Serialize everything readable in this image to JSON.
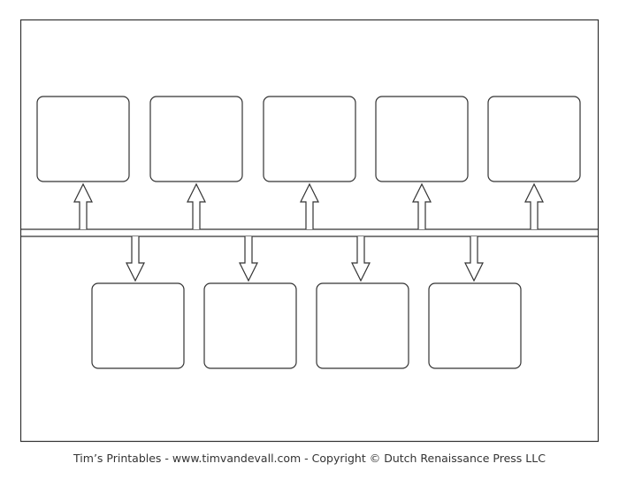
{
  "diagram": {
    "type": "timeline-template",
    "upper_box_count": 5,
    "lower_box_count": 4,
    "stroke_color": "#333333",
    "fill_color": "#ffffff"
  },
  "footer": {
    "text": "Tim’s Printables - www.timvandevall.com  - Copyright © Dutch Renaissance Press LLC"
  }
}
